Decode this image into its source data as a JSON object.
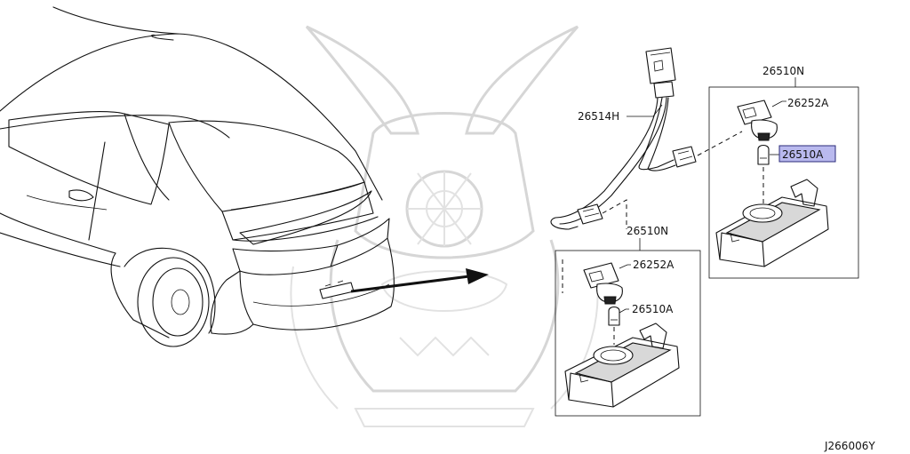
{
  "diagram_code": "J266006Y",
  "parts": {
    "harness": "26514H",
    "lamp_assembly_upper": "26510N",
    "socket_upper": "26252A",
    "bulb_upper": "26510A",
    "lamp_assembly_lower": "26510N",
    "socket_lower": "26252A",
    "bulb_lower": "26510A"
  },
  "highlight_color": "#b9b9ee",
  "highlighted_part": "26510A",
  "watermark_icon": "samurai-helmet-watermark-icon"
}
